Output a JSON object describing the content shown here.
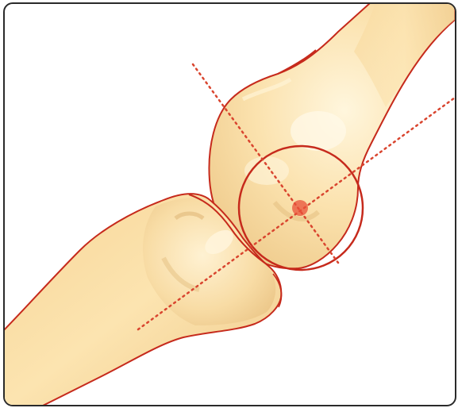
{
  "figure": {
    "palette": {
      "bone_fill": "#fbe0a8",
      "bone_highlight": "#fff6dd",
      "bone_shadow": "#e9c587",
      "outline": "#c62a1c",
      "axis": "#d9452f",
      "center_marker": "#e8503a",
      "border": "#2a2a2a"
    },
    "elements": {
      "distal_bone": "distal-bone",
      "proximal_bone": "proximal-bone",
      "joint_circle": "joint-circle",
      "axis_a": "axis-dotted-line",
      "axis_b": "axis-dotted-line",
      "center": "rotation-center"
    }
  }
}
